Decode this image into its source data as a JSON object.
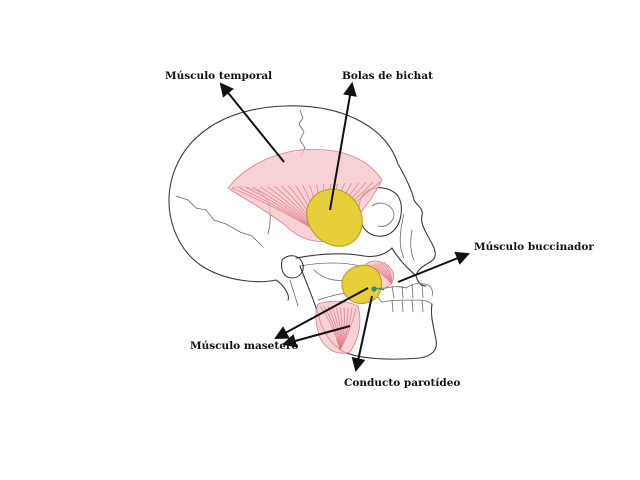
{
  "labels": {
    "temporal": "Músculo temporal",
    "bichat": "Bolas de bichat",
    "buccinador": "Músculo buccinador",
    "masetero": "Músculo masetero",
    "parotideo": "Conducto parotídeo"
  },
  "colors": {
    "muscle": "#e07a86",
    "muscle_light": "#f4c2c8",
    "fat": "#e6cf3a",
    "fat_dark": "#b89a18",
    "duct": "#3f8a6a",
    "line": "#3a3a3a"
  }
}
